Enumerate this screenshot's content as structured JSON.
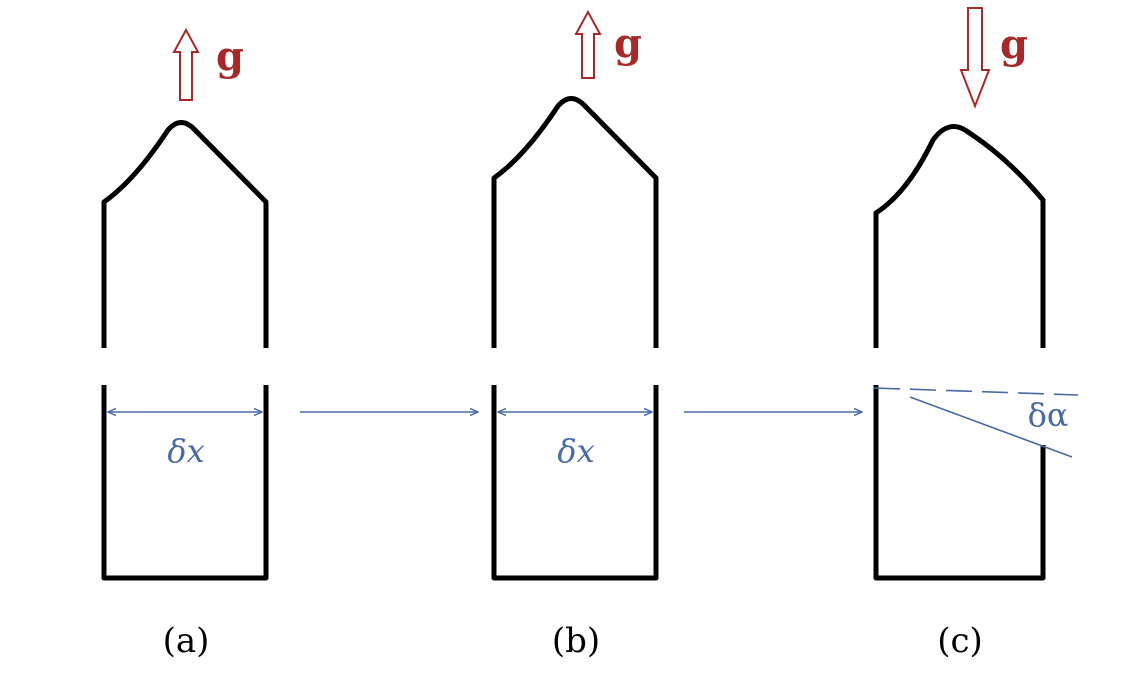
{
  "panels": [
    {
      "caption": "(a)",
      "gravity_label": "g",
      "gravity_direction": "up",
      "measure_label": "δx"
    },
    {
      "caption": "(b)",
      "gravity_label": "g",
      "gravity_direction": "up",
      "measure_label": "δx"
    },
    {
      "caption": "(c)",
      "gravity_label": "g",
      "gravity_direction": "down",
      "measure_label": "δα"
    }
  ],
  "colors": {
    "outline": "#000000",
    "measure": "#4a6aa5",
    "gravity": "#a52a2a"
  }
}
